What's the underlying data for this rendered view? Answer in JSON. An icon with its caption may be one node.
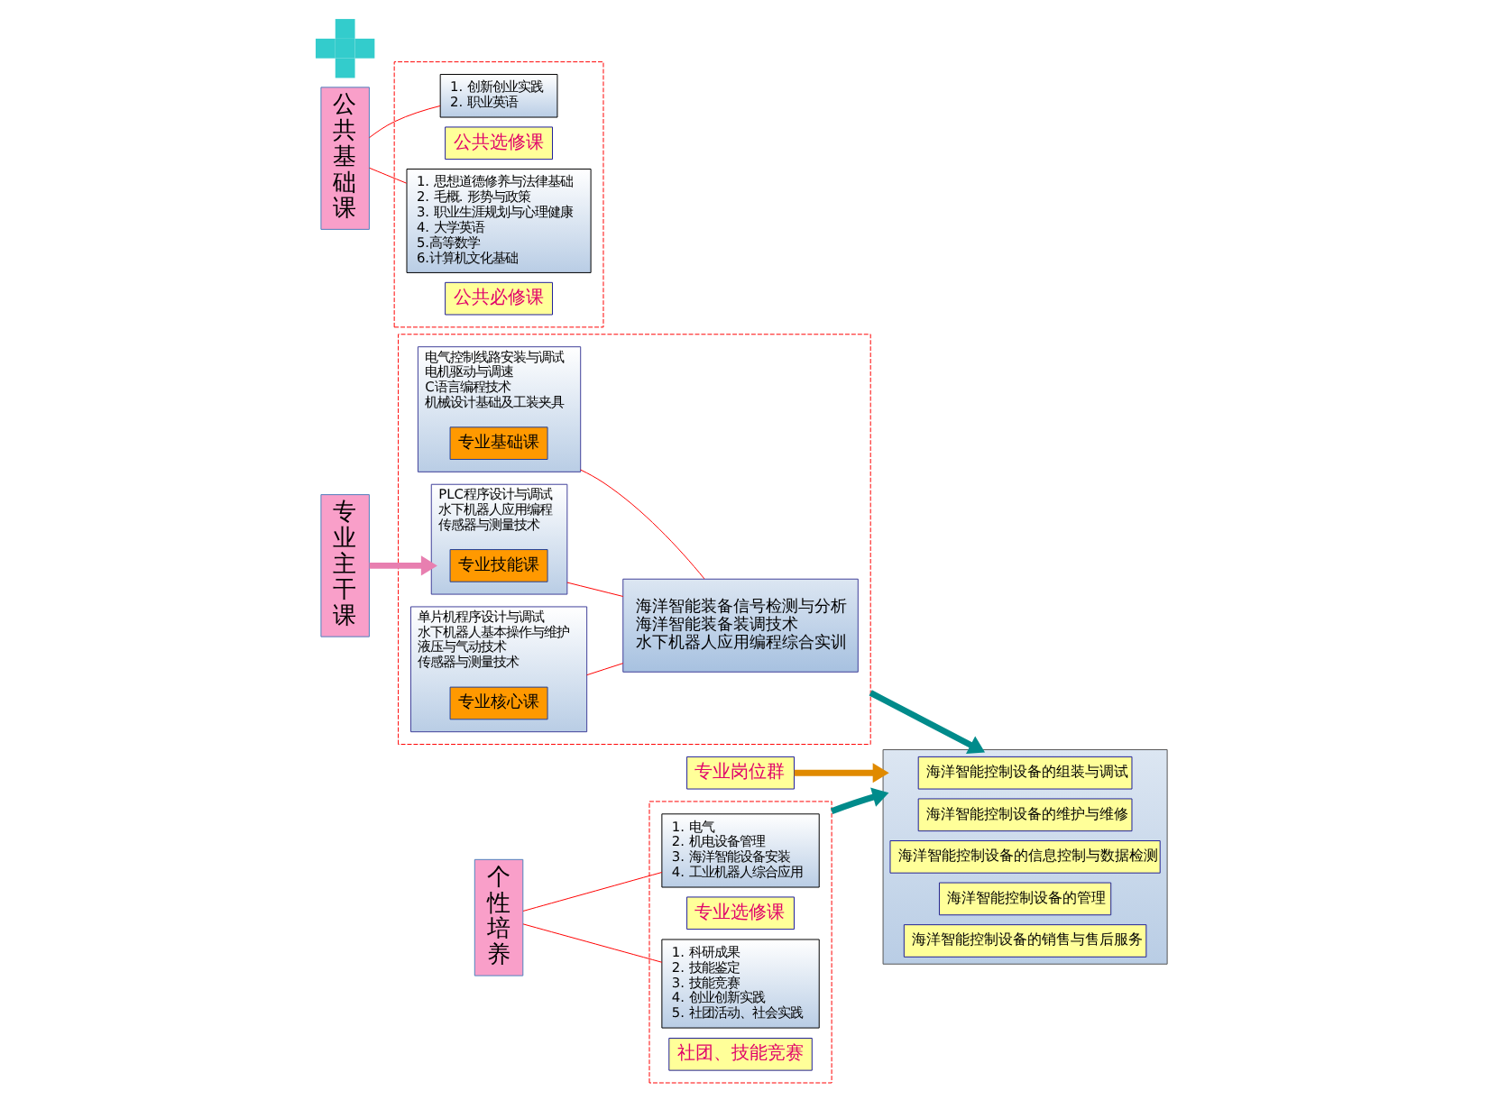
{
  "diagram": {
    "nodes": [
      {
        "text": [
          "专业主干课"
        ]
      },
      {
        "text": [],
        "shape": "box"
      },
      {
        "text": [
          "电气控制线路安装与调试",
          "电机驱动与调速",
          "C语言编程技术",
          "机械设计基础及工装夹具"
        ],
        "in": 1
      },
      {
        "text": [
          "专业基础课"
        ],
        "in": 2
      },
      {
        "text": [
          "PLC程序设计与调试",
          "水下机器人应用编程",
          "传感器与测量技术"
        ],
        "in": 1
      },
      {
        "text": [
          "专业技能课"
        ],
        "in": 4
      },
      {
        "text": [
          "单片机程序设计与调试",
          "水下机器人基本操作与维护",
          "液压与气动技术",
          "传感器与测量技术"
        ],
        "in": 1
      },
      {
        "text": [
          "专业核心课"
        ],
        "in": 6
      },
      {
        "text": [
          "海洋智能装备信号检测与分析",
          "海洋智能装备装调技术",
          "水下机器人应用编程综合实训"
        ],
        "in": 1
      },
      {
        "text": [
          "专业岗位群"
        ]
      },
      {
        "text": [],
        "shape": "box"
      },
      {
        "text": [
          "海洋智能控制设备的组装与调试"
        ],
        "in": 10
      },
      {
        "text": [
          "海洋智能控制设备的维护与维修"
        ],
        "in": 10
      },
      {
        "text": [
          "海洋智能控制设备的信息控制与数据检测"
        ],
        "in": 10
      },
      {
        "text": [
          "海洋智能控制设备的管理"
        ],
        "in": 10
      },
      {
        "text": [
          "海洋智能控制设备的销售与售后服务"
        ],
        "in": 10
      },
      {
        "text": [
          "公共基础课"
        ]
      },
      {
        "text": [],
        "shape": "box"
      },
      {
        "text": [
          "1. 创新创业实践",
          "2. 职业英语"
        ],
        "in": 17
      },
      {
        "text": [
          "公共选修课"
        ],
        "in": 17
      },
      {
        "text": [
          "1. 思想道德修养与法律基础",
          "2. 毛概. 形势与政策",
          "3. 职业生涯规划与心理健康",
          "4. 大学英语",
          "5.高等数学",
          "6.计算机文化基础"
        ],
        "in": 17
      },
      {
        "text": [
          "公共必修课"
        ],
        "in": 17
      },
      {
        "text": [],
        "shape": "plus"
      },
      {
        "text": [
          "个性培养"
        ]
      },
      {
        "text": [],
        "shape": "box"
      },
      {
        "text": [
          "1. 电气",
          "2. 机电设备管理",
          "3. 海洋智能设备安装",
          "4. 工业机器人综合应用"
        ],
        "in": 24
      },
      {
        "text": [
          "专业选修课"
        ],
        "in": 24
      },
      {
        "text": [
          "1. 科研成果",
          "2. 技能鉴定",
          "3. 技能竞赛",
          "4. 创业创新实践",
          "5. 社团活动、社会实践"
        ],
        "in": 24
      },
      {
        "text": [
          "社团、技能竞赛"
        ],
        "in": 24
      }
    ],
    "edges": [
      {
        "from": 0,
        "to": 4,
        "arrow": "to",
        "style": "thick",
        "color": "#e87fb0"
      },
      {
        "from": 2,
        "to": 8,
        "arrow": "none",
        "color": "#ff0000"
      },
      {
        "from": 4,
        "to": 8,
        "arrow": "none",
        "color": "#ff0000"
      },
      {
        "from": 6,
        "to": 8,
        "arrow": "none",
        "color": "#ff0000"
      },
      {
        "from": 9,
        "to": 10,
        "arrow": "to",
        "style": "thick",
        "color": "#e08a00"
      },
      {
        "from": 1,
        "to": 10,
        "arrow": "to",
        "style": "thick",
        "color": "#008b8b"
      },
      {
        "from": 24,
        "to": 10,
        "arrow": "to",
        "style": "thick",
        "color": "#008b8b"
      },
      {
        "from": 16,
        "to": 18,
        "arrow": "none",
        "color": "#ff0000"
      },
      {
        "from": 16,
        "to": 20,
        "arrow": "none",
        "color": "#ff0000"
      },
      {
        "from": 23,
        "to": 25,
        "arrow": "none",
        "color": "#ff0000"
      },
      {
        "from": 23,
        "to": 27,
        "arrow": "none",
        "color": "#ff0000"
      }
    ]
  }
}
